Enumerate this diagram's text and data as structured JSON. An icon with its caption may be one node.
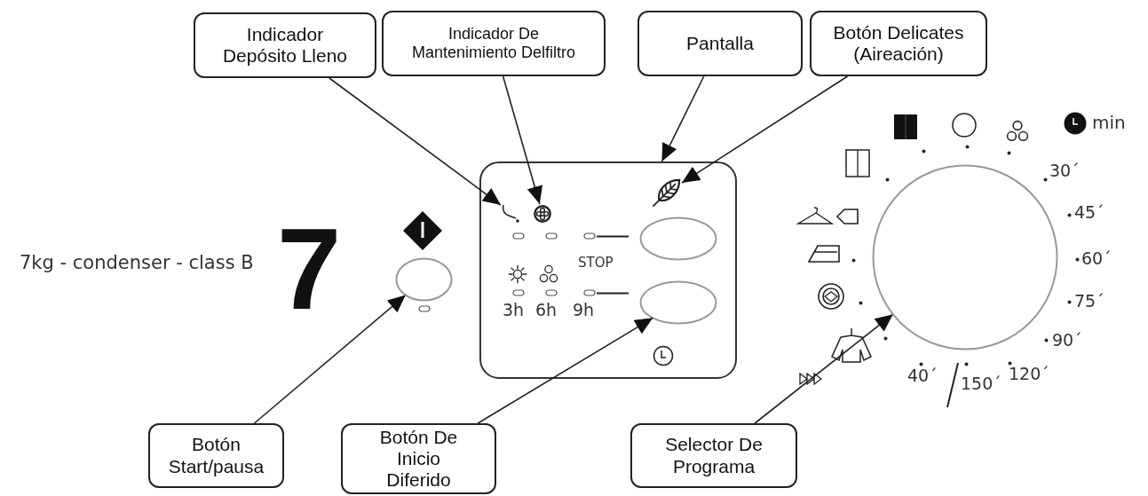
{
  "diagram": {
    "nodes": [
      {
        "text": [
          "Indicador Depósito Lleno"
        ]
      },
      {
        "text": [
          "Indicador De Mantenimiento Delfiltro"
        ]
      },
      {
        "text": [
          "Pantalla"
        ]
      },
      {
        "text": [
          "Botón Delicates (Aireación)"
        ]
      },
      {
        "text": [
          "Botón Start/pausa"
        ]
      },
      {
        "text": [
          "Botón De Inicio Diferido"
        ]
      },
      {
        "text": [
          "Selector De Programa"
        ]
      },
      {
        "text": [],
        "shape": "ellipse"
      },
      {
        "text": [],
        "shape": "box"
      },
      {
        "text": [],
        "shape": "icon",
        "in": 8
      },
      {
        "text": [],
        "shape": "icon",
        "in": 8
      },
      {
        "text": [],
        "shape": "icon",
        "in": 8
      },
      {
        "text": [],
        "shape": "ellipse",
        "in": 8
      },
      {
        "text": [],
        "shape": "ellipse",
        "in": 8
      },
      {
        "text": [],
        "shape": "circle"
      }
    ],
    "edges": [
      {
        "from": 0,
        "to": 9,
        "arrow": "to"
      },
      {
        "from": 1,
        "to": 10,
        "arrow": "to"
      },
      {
        "from": 2,
        "to": 8,
        "arrow": "to"
      },
      {
        "from": 3,
        "to": 11,
        "arrow": "to"
      },
      {
        "from": 4,
        "to": 7,
        "arrow": "to"
      },
      {
        "from": 5,
        "to": 13,
        "arrow": "to"
      },
      {
        "from": 6,
        "to": 14,
        "arrow": "to"
      }
    ],
    "labels": [
      "7kg - condenser - class B",
      "7",
      "STOP",
      "3h",
      "6h",
      "9h",
      "min",
      "30´",
      "45´",
      "60´",
      "75´",
      "90´",
      "40´",
      "150´",
      "120´"
    ]
  }
}
